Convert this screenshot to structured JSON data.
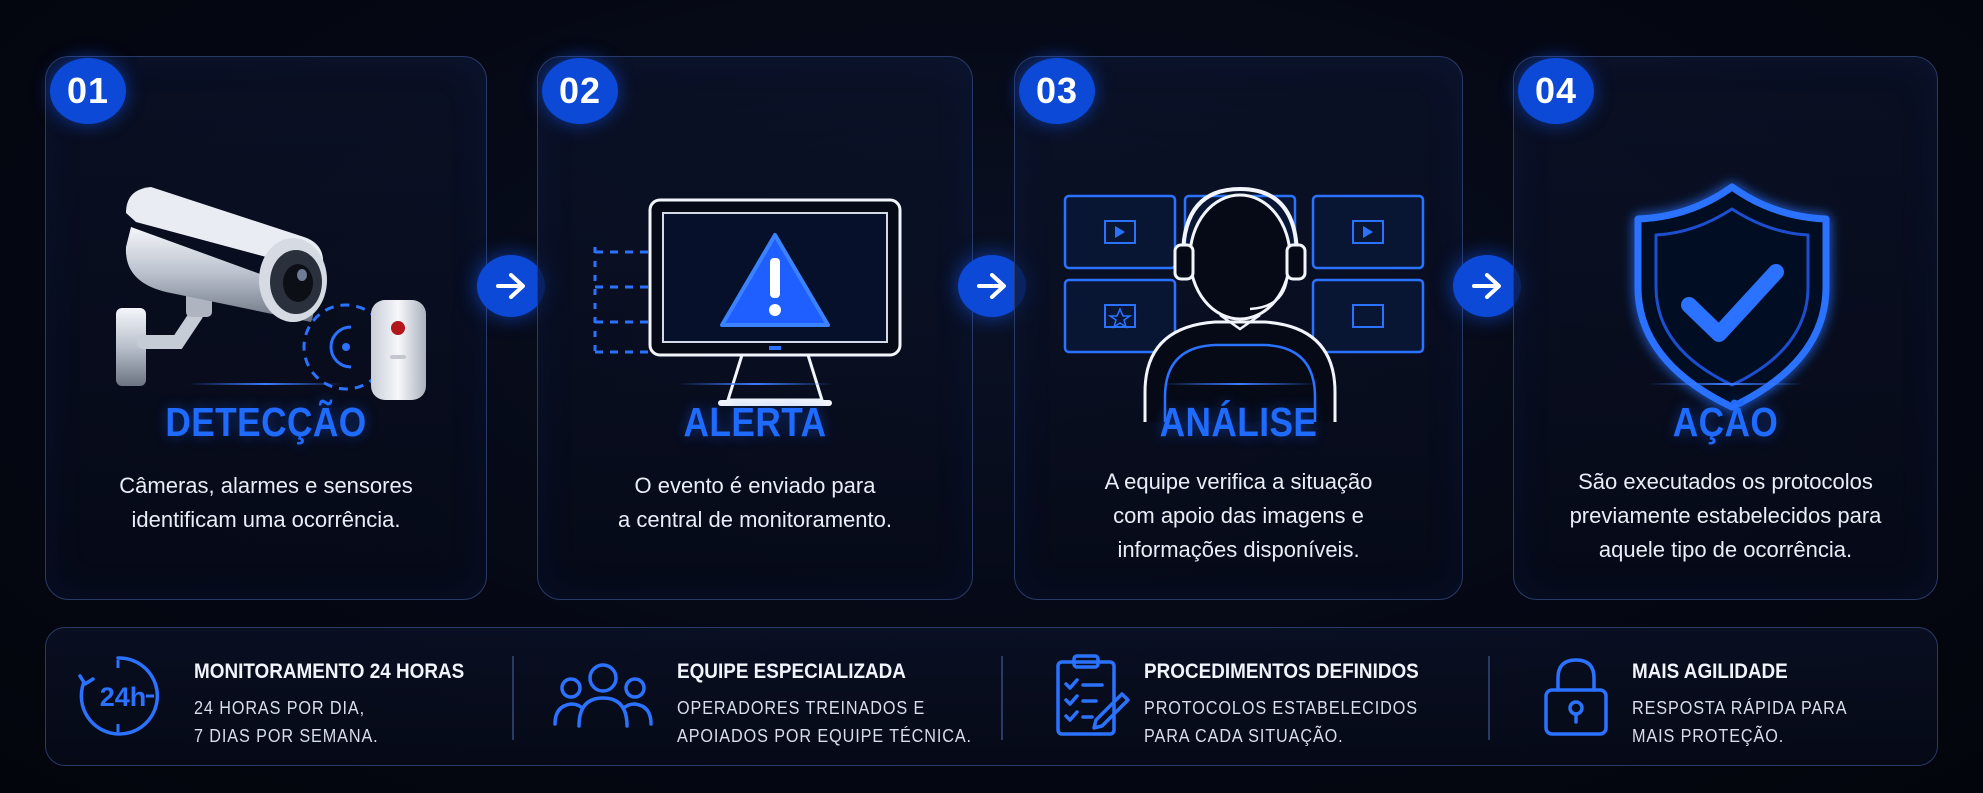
{
  "steps": [
    {
      "number": "01",
      "title": "DETECÇÃO",
      "desc": [
        "Câmeras, alarmes e sensores",
        "identificam uma ocorrência."
      ]
    },
    {
      "number": "02",
      "title": "ALERTA",
      "desc": [
        "O evento é enviado para",
        "a central de monitoramento."
      ]
    },
    {
      "number": "03",
      "title": "ANÁLISE",
      "desc": [
        "A equipe verifica a situação",
        "com apoio das imagens e",
        "informações disponíveis."
      ]
    },
    {
      "number": "04",
      "title": "AÇÃO",
      "desc": [
        "São executados os protocolos",
        "previamente estabelecidos para",
        "aquele tipo de ocorrência."
      ]
    }
  ],
  "monitor_clock_text": "24h",
  "features": [
    {
      "title": "MONITORAMENTO 24 HORAS",
      "desc": [
        "24 HORAS POR DIA,",
        "7 DIAS POR SEMANA."
      ],
      "icon": "clock-24h-icon"
    },
    {
      "title": "EQUIPE ESPECIALIZADA",
      "desc": [
        "OPERADORES TREINADOS E",
        "APOIADOS POR EQUIPE TÉCNICA."
      ],
      "icon": "team-icon"
    },
    {
      "title": "PROCEDIMENTOS DEFINIDOS",
      "desc": [
        "PROTOCOLOS ESTABELECIDOS",
        "PARA CADA SITUAÇÃO."
      ],
      "icon": "clipboard-checklist-icon"
    },
    {
      "title": "MAIS AGILIDADE",
      "desc": [
        "RESPOSTA RÁPIDA PARA",
        "MAIS PROTEÇÃO."
      ],
      "icon": "padlock-icon"
    }
  ],
  "colors": {
    "accent": "#1f6bff",
    "badge": "#0b49d6",
    "border": "#2a3a66",
    "background": "#050814"
  }
}
